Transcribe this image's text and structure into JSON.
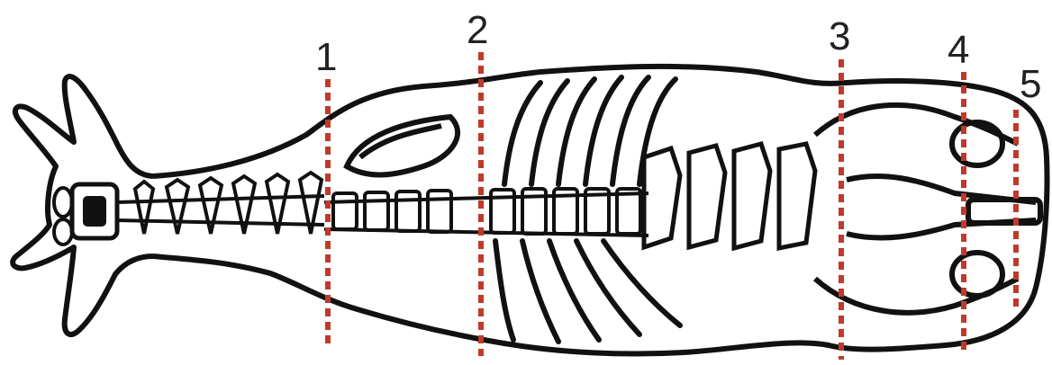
{
  "diagram": {
    "subject": "skeleton-top-view",
    "colors": {
      "outline": "#111111",
      "marker": "#c0392b",
      "label": "#222222"
    },
    "markers": [
      {
        "id": "m1",
        "label": "1"
      },
      {
        "id": "m2",
        "label": "2"
      },
      {
        "id": "m3",
        "label": "3"
      },
      {
        "id": "m4",
        "label": "4"
      },
      {
        "id": "m5",
        "label": "5"
      }
    ]
  }
}
